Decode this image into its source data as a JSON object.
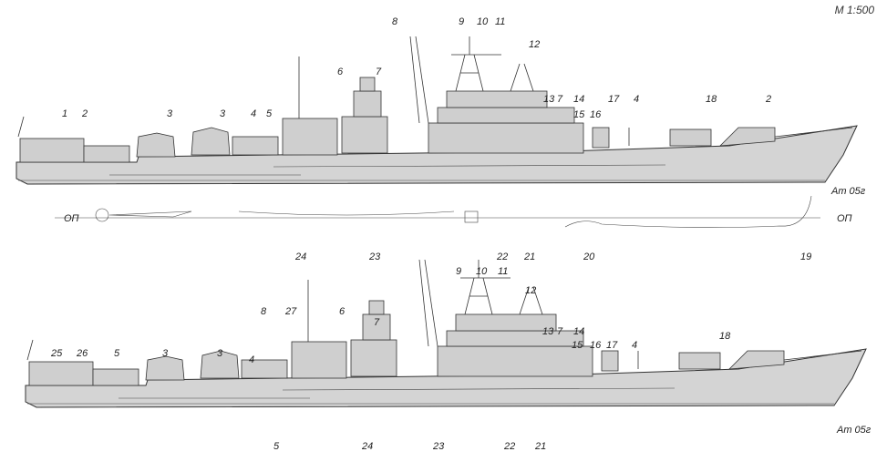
{
  "scale": "M 1:500",
  "waterline_label": "ОП",
  "signature": "Ат 05г",
  "top_view": {
    "labels": [
      "1",
      "2",
      "3",
      "3",
      "4",
      "5",
      "6",
      "7",
      "8",
      "9",
      "10",
      "11",
      "12",
      "13",
      "7",
      "14",
      "15",
      "16",
      "17",
      "4",
      "18",
      "2",
      "24",
      "23",
      "22",
      "21",
      "20",
      "19"
    ]
  },
  "bottom_view": {
    "labels": [
      "9",
      "10",
      "11",
      "12",
      "8",
      "27",
      "6",
      "7",
      "13",
      "7",
      "14",
      "15",
      "16",
      "17",
      "4",
      "18",
      "25",
      "26",
      "5",
      "3",
      "3",
      "4",
      "5",
      "24",
      "23",
      "22",
      "21"
    ]
  }
}
